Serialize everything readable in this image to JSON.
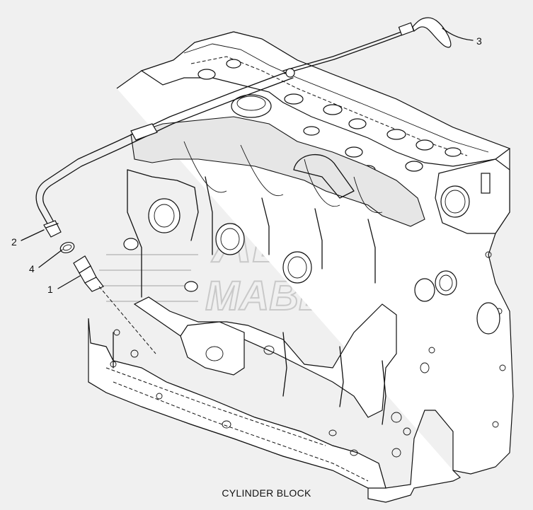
{
  "caption": "CYLINDER BLOCK",
  "callouts": [
    {
      "id": "1",
      "label": "1"
    },
    {
      "id": "2",
      "label": "2"
    },
    {
      "id": "3",
      "label": "3"
    },
    {
      "id": "4",
      "label": "4"
    }
  ],
  "watermark": {
    "line1": "АВТО",
    "line2": "МАВЕНС"
  },
  "colors": {
    "background": "#f0f0f0",
    "line": "#111111",
    "watermark": "#c9c9c9"
  }
}
